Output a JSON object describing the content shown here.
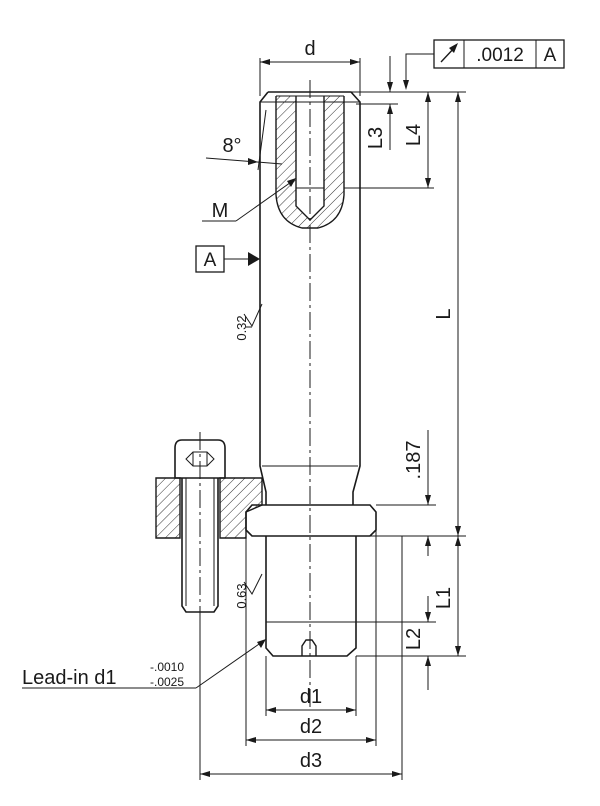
{
  "dimensions": {
    "d": "d",
    "d1": "d1",
    "d2": "d2",
    "d3": "d3",
    "L": "L",
    "L1": "L1",
    "L2": "L2",
    "L3": "L3",
    "L4": "L4",
    "shoulder": ".187",
    "angle": "8°",
    "thread": "M"
  },
  "tolerance_frame": {
    "value": ".0012",
    "datum": "A"
  },
  "datum_label": "A",
  "surface_finish": {
    "shank": "0.32",
    "tip": "0.63"
  },
  "lead_in": {
    "label": "Lead-in d1",
    "upper": "-.0010",
    "lower": "-.0025"
  }
}
